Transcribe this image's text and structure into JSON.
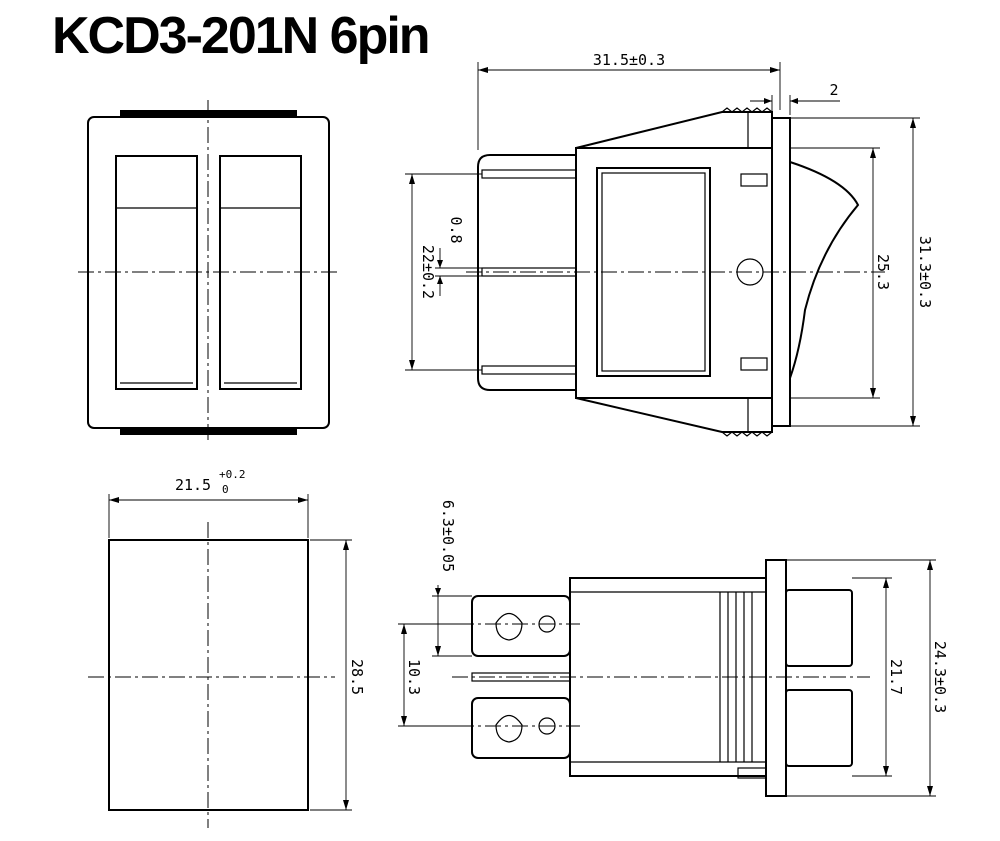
{
  "title": "KCD3-201N 6pin",
  "dimensions": {
    "side_width": "31.5±0.3",
    "side_flange": "2",
    "side_pin_thickness": "0.8",
    "side_pin_spacing": "22±0.2",
    "side_body_height": "25.3",
    "side_flange_height": "31.3±0.3",
    "cutout_width": "21.5",
    "cutout_tol_upper": "+0.2",
    "cutout_tol_lower": "0",
    "cutout_height": "28.5",
    "terminal_width": "6.3±0.05",
    "terminal_spacing": "10.3",
    "body_height": "21.7",
    "flange_height": "24.3±0.3"
  }
}
